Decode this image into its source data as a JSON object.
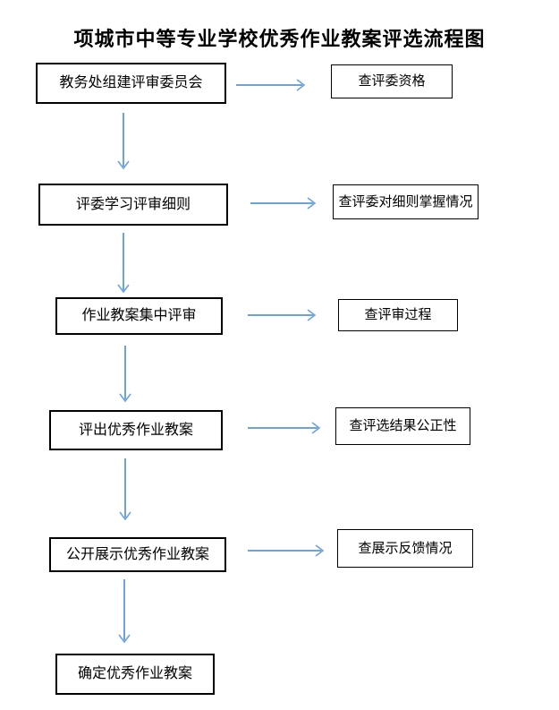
{
  "title": "项城市中等专业学校优秀作业教案评选流程图",
  "flow": {
    "steps": [
      {
        "label": "教务处组建评审委员会",
        "check": "查评委资格"
      },
      {
        "label": "评委学习评审细则",
        "check": "查评委对细则掌握情况"
      },
      {
        "label": "作业教案集中评审",
        "check": "查评审过程"
      },
      {
        "label": "评出优秀作业教案",
        "check": "查评选结果公正性"
      },
      {
        "label": "公开展示优秀作业教案",
        "check": "查展示反馈情况"
      },
      {
        "label": "确定优秀作业教案"
      }
    ]
  },
  "colors": {
    "arrow": "#6ba3dc",
    "border": "#000000",
    "text": "#000000",
    "background": "#ffffff"
  }
}
